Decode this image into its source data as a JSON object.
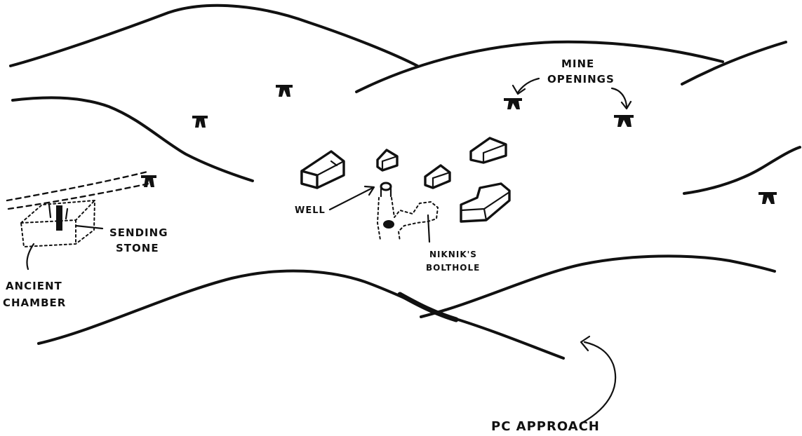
{
  "labels": {
    "mine_openings_line1": "MINE",
    "mine_openings_line2": "OPENINGS",
    "well": "WELL",
    "sending_stone_line1": "SENDING",
    "sending_stone_line2": "STONE",
    "ancient_chamber_line1": "ANCIENT",
    "ancient_chamber_line2": "CHAMBER",
    "bolthole_line1": "NIKNIK'S",
    "bolthole_line2": "BOLTHOLE",
    "pc_approach": "PC APPROACH"
  },
  "icons": {
    "mine_opening": "mine-opening-icon",
    "building": "building-icon",
    "arrow": "arrow-icon"
  },
  "colors": {
    "ink": "#111111",
    "paper": "#ffffff"
  }
}
